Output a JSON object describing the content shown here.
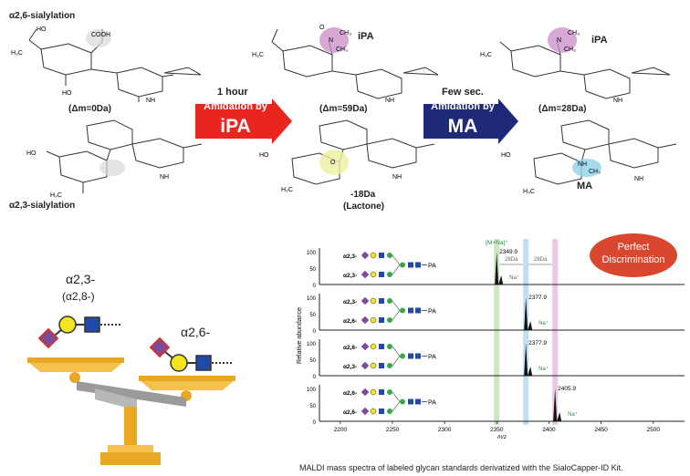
{
  "top": {
    "left_top_label": "α2,6-sialylation",
    "left_bottom_label": "α2,3-sialylation",
    "left_delta": "(Δm=0Da)",
    "step1_time": "1 hour",
    "step1_line1": "Amidation by",
    "step1_line2": "iPA",
    "mid_delta": "(Δm=59Da)",
    "mid_label_top": "iPA",
    "mid_lactone_1": "-18Da",
    "mid_lactone_2": "(Lactone)",
    "step2_time": "Few sec.",
    "step2_line1": "Amidation by",
    "step2_line2": "MA",
    "right_delta": "(Δm=28Da)",
    "right_label_top": "iPA",
    "right_label_bottom": "MA"
  },
  "balance": {
    "left_label_1": "α2,3-",
    "left_label_2": "(α2,8-)",
    "right_label": "α2,6-"
  },
  "badge": {
    "line1": "Perfect",
    "line2": "Discrimination"
  },
  "spectra": {
    "ylabel": "Relative abundance",
    "xlabel": "m/z",
    "caption": "MALDI mass spectra of labeled glycan standards derivatized with the SialoCapper-ID Kit.",
    "x_ticks": [
      "2200",
      "2250",
      "2300",
      "2350",
      "2400",
      "2450",
      "2500"
    ],
    "y_ticks": [
      "100",
      "50",
      "0"
    ],
    "mnna": "[M+Na]⁺",
    "gap1": "28Da",
    "gap2": "28Da",
    "na": "Na⁺",
    "pa": "PA",
    "panels": [
      {
        "linkage_top": "α2,3-",
        "linkage_bottom": "α2,3-",
        "peak_label": "2349.9",
        "peak_mz": 2349.9
      },
      {
        "linkage_top": "α2,3-",
        "linkage_bottom": "α2,6-",
        "peak_label": "2377.9",
        "peak_mz": 2377.9
      },
      {
        "linkage_top": "α2,6-",
        "linkage_bottom": "α2,3-",
        "peak_label": "2377.9",
        "peak_mz": 2377.9
      },
      {
        "linkage_top": "α2,6-",
        "linkage_bottom": "α2,6-",
        "peak_label": "2405.9",
        "peak_mz": 2405.9
      }
    ]
  },
  "colors": {
    "red_arrow": "#e8251f",
    "blue_arrow": "#1e2a78",
    "pink_highlight": "#c98bc4",
    "yellow_highlight": "#eef0a0",
    "cyan_highlight": "#8fd3e8",
    "green_band": "#cfe6c4",
    "blue_band": "#bfe0f3",
    "pink_band": "#edc7e4",
    "badge": "#d9472f",
    "scale_gold": "#e8a824",
    "sia_purple": "#7b4c9c",
    "gal_yellow": "#f2e51f",
    "glcnac_blue": "#1f4aa8",
    "man_green": "#3aa64a"
  }
}
